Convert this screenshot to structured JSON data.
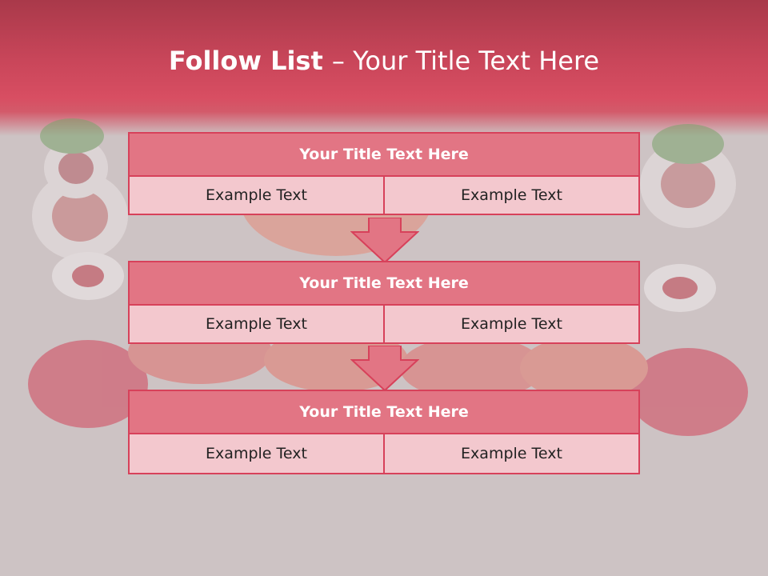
{
  "title": {
    "bold": "Follow List ",
    "rest": " – Your Title Text Here"
  },
  "blocks": [
    {
      "title": "Your Title Text Here",
      "left": "Example Text",
      "right": "Example Text"
    },
    {
      "title": "Your Title Text Here",
      "left": "Example Text",
      "right": "Example Text"
    },
    {
      "title": "Your Title Text Here",
      "left": "Example Text",
      "right": "Example Text"
    }
  ],
  "colors": {
    "accent": "#d7415a",
    "header_fill": "#e27584",
    "cell_fill": "#f3c8ce",
    "background": "#cdc3c4"
  }
}
